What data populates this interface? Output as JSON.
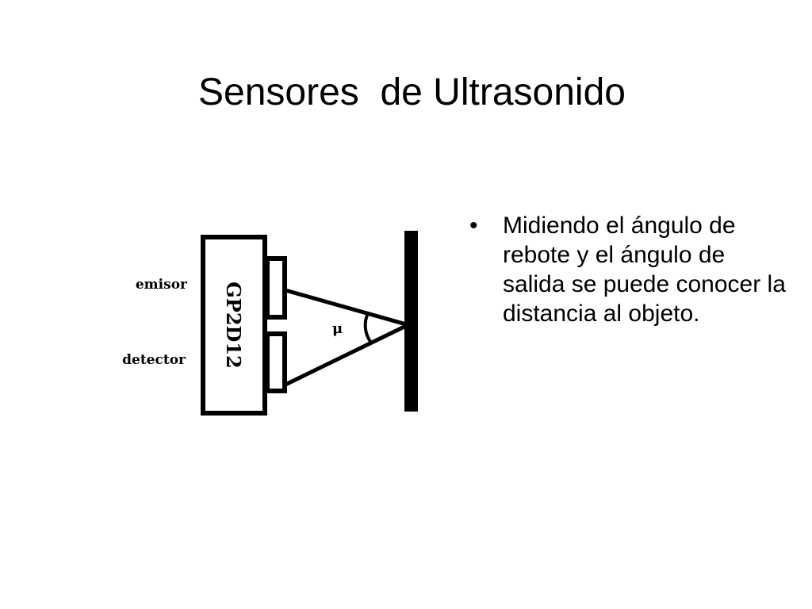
{
  "slide": {
    "title": "Sensores  de Ultrasonido",
    "diagram": {
      "sensor_label": "GP2D12",
      "emitter_label": "emisor",
      "detector_label": "detector",
      "angle_label": "μ"
    },
    "bullets": [
      {
        "marker": "•",
        "text": "Midiendo el ángulo de rebote y el ángulo de salida se puede conocer la distancia al objeto."
      }
    ]
  }
}
